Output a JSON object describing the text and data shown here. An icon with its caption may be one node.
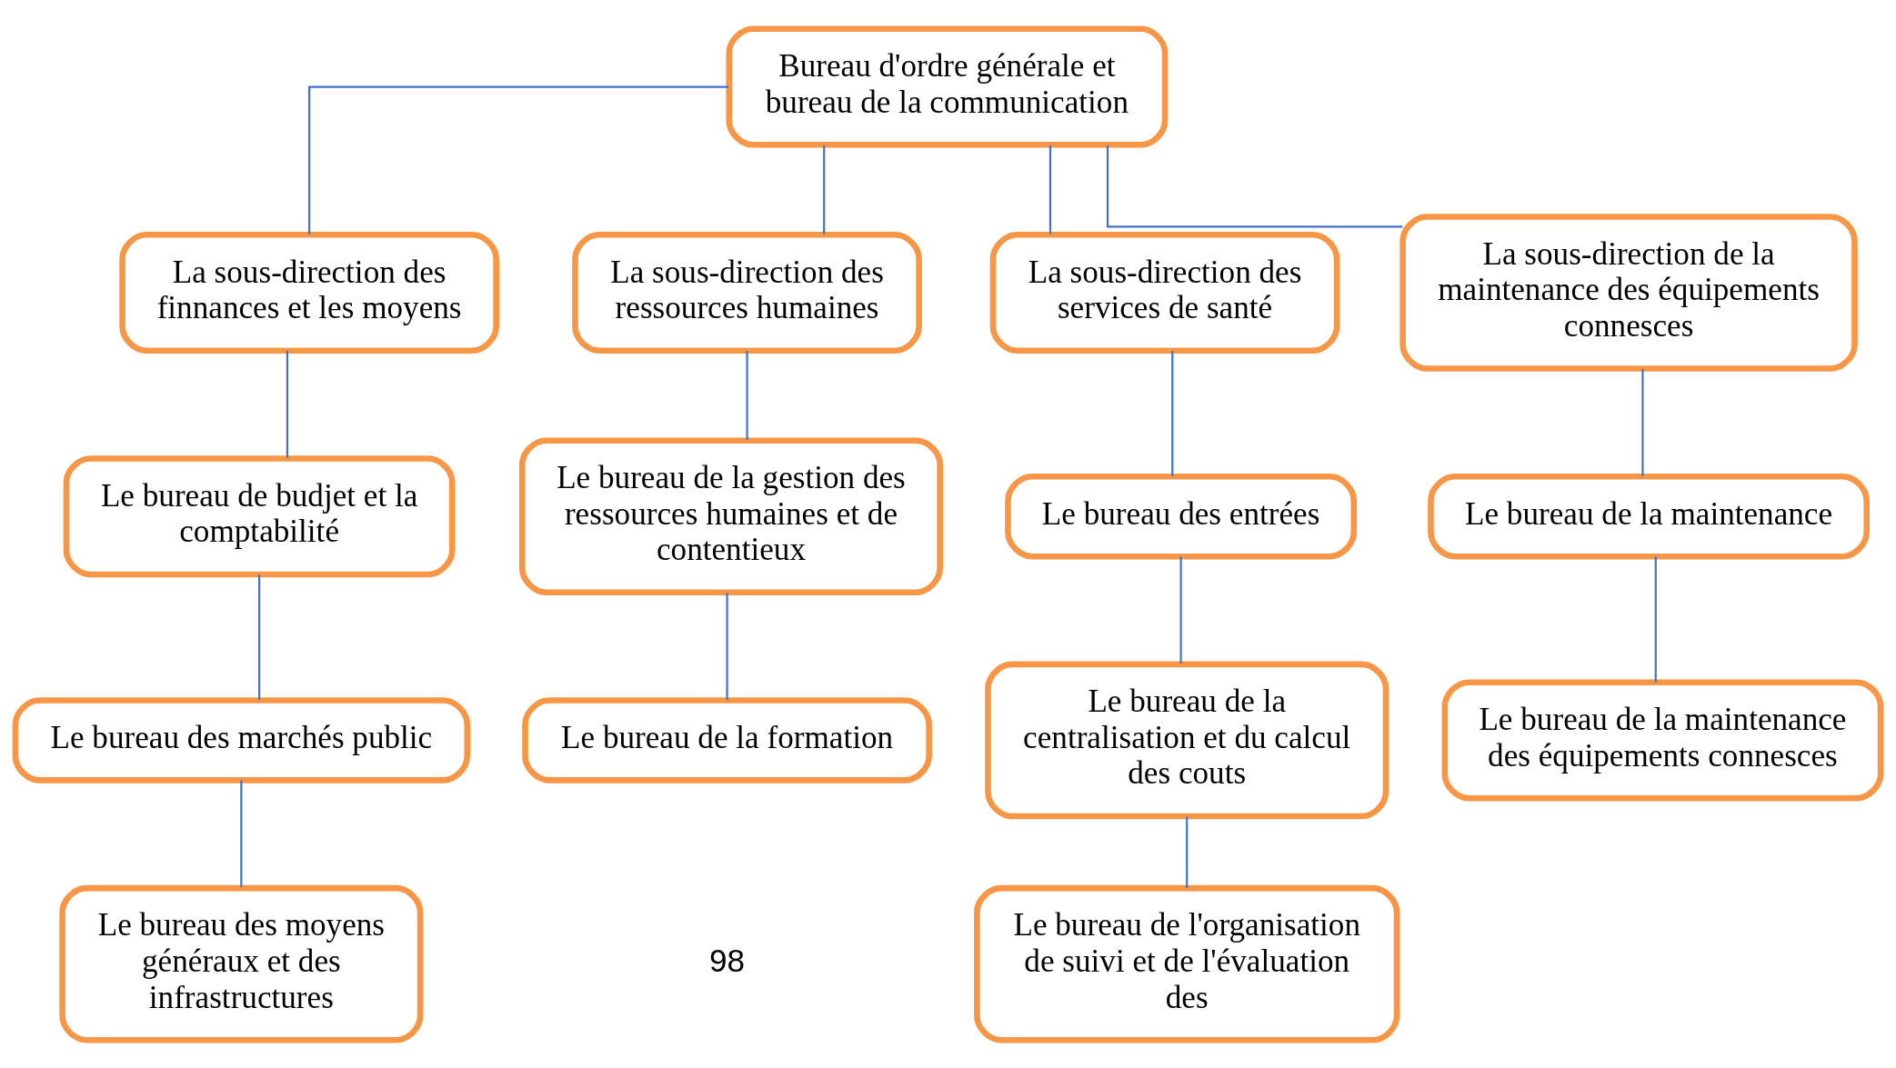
{
  "diagram": {
    "nodes": [
      {
        "text": [
          "Bureau d'ordre générale et bureau de la communication"
        ]
      },
      {
        "text": [
          "La sous-direction des finnances et les moyens"
        ]
      },
      {
        "text": [
          "La sous-direction des ressources humaines"
        ]
      },
      {
        "text": [
          "La sous-direction des services de santé"
        ]
      },
      {
        "text": [
          "La sous-direction de la maintenance des équipements connesces"
        ]
      },
      {
        "text": [
          "Le bureau de budjet et la comptabilité"
        ]
      },
      {
        "text": [
          "Le bureau des marchés public"
        ]
      },
      {
        "text": [
          "Le bureau des moyens généraux et des infrastructures"
        ]
      },
      {
        "text": [
          "Le bureau de la gestion des ressources humaines et de contentieux"
        ]
      },
      {
        "text": [
          "Le bureau de la formation"
        ]
      },
      {
        "text": [
          "Le bureau des entrées"
        ]
      },
      {
        "text": [
          "Le bureau de la centralisation et du calcul des couts"
        ]
      },
      {
        "text": [
          "Le bureau de l'organisation de suivi et de l'évaluation des"
        ]
      },
      {
        "text": [
          "Le bureau de la maintenance"
        ]
      },
      {
        "text": [
          "Le bureau de la maintenance des équipements connesces"
        ]
      }
    ],
    "edges": [
      {
        "from": 0,
        "to": 1,
        "arrow": "none",
        "color": "#4472c4"
      },
      {
        "from": 0,
        "to": 2,
        "arrow": "none",
        "color": "#4472c4"
      },
      {
        "from": 0,
        "to": 3,
        "arrow": "none",
        "color": "#4472c4"
      },
      {
        "from": 0,
        "to": 4,
        "arrow": "none",
        "color": "#4472c4"
      },
      {
        "from": 1,
        "to": 5,
        "arrow": "none",
        "color": "#4472c4"
      },
      {
        "from": 5,
        "to": 6,
        "arrow": "none",
        "color": "#4472c4"
      },
      {
        "from": 6,
        "to": 7,
        "arrow": "none",
        "color": "#4472c4"
      },
      {
        "from": 2,
        "to": 8,
        "arrow": "none",
        "color": "#4472c4"
      },
      {
        "from": 8,
        "to": 9,
        "arrow": "none",
        "color": "#4472c4"
      },
      {
        "from": 3,
        "to": 10,
        "arrow": "none",
        "color": "#4472c4"
      },
      {
        "from": 10,
        "to": 11,
        "arrow": "none",
        "color": "#4472c4"
      },
      {
        "from": 11,
        "to": 12,
        "arrow": "none",
        "color": "#4472c4"
      },
      {
        "from": 4,
        "to": 13,
        "arrow": "none",
        "color": "#4472c4"
      },
      {
        "from": 13,
        "to": 14,
        "arrow": "none",
        "color": "#4472c4"
      }
    ],
    "labels": [
      "98"
    ]
  }
}
